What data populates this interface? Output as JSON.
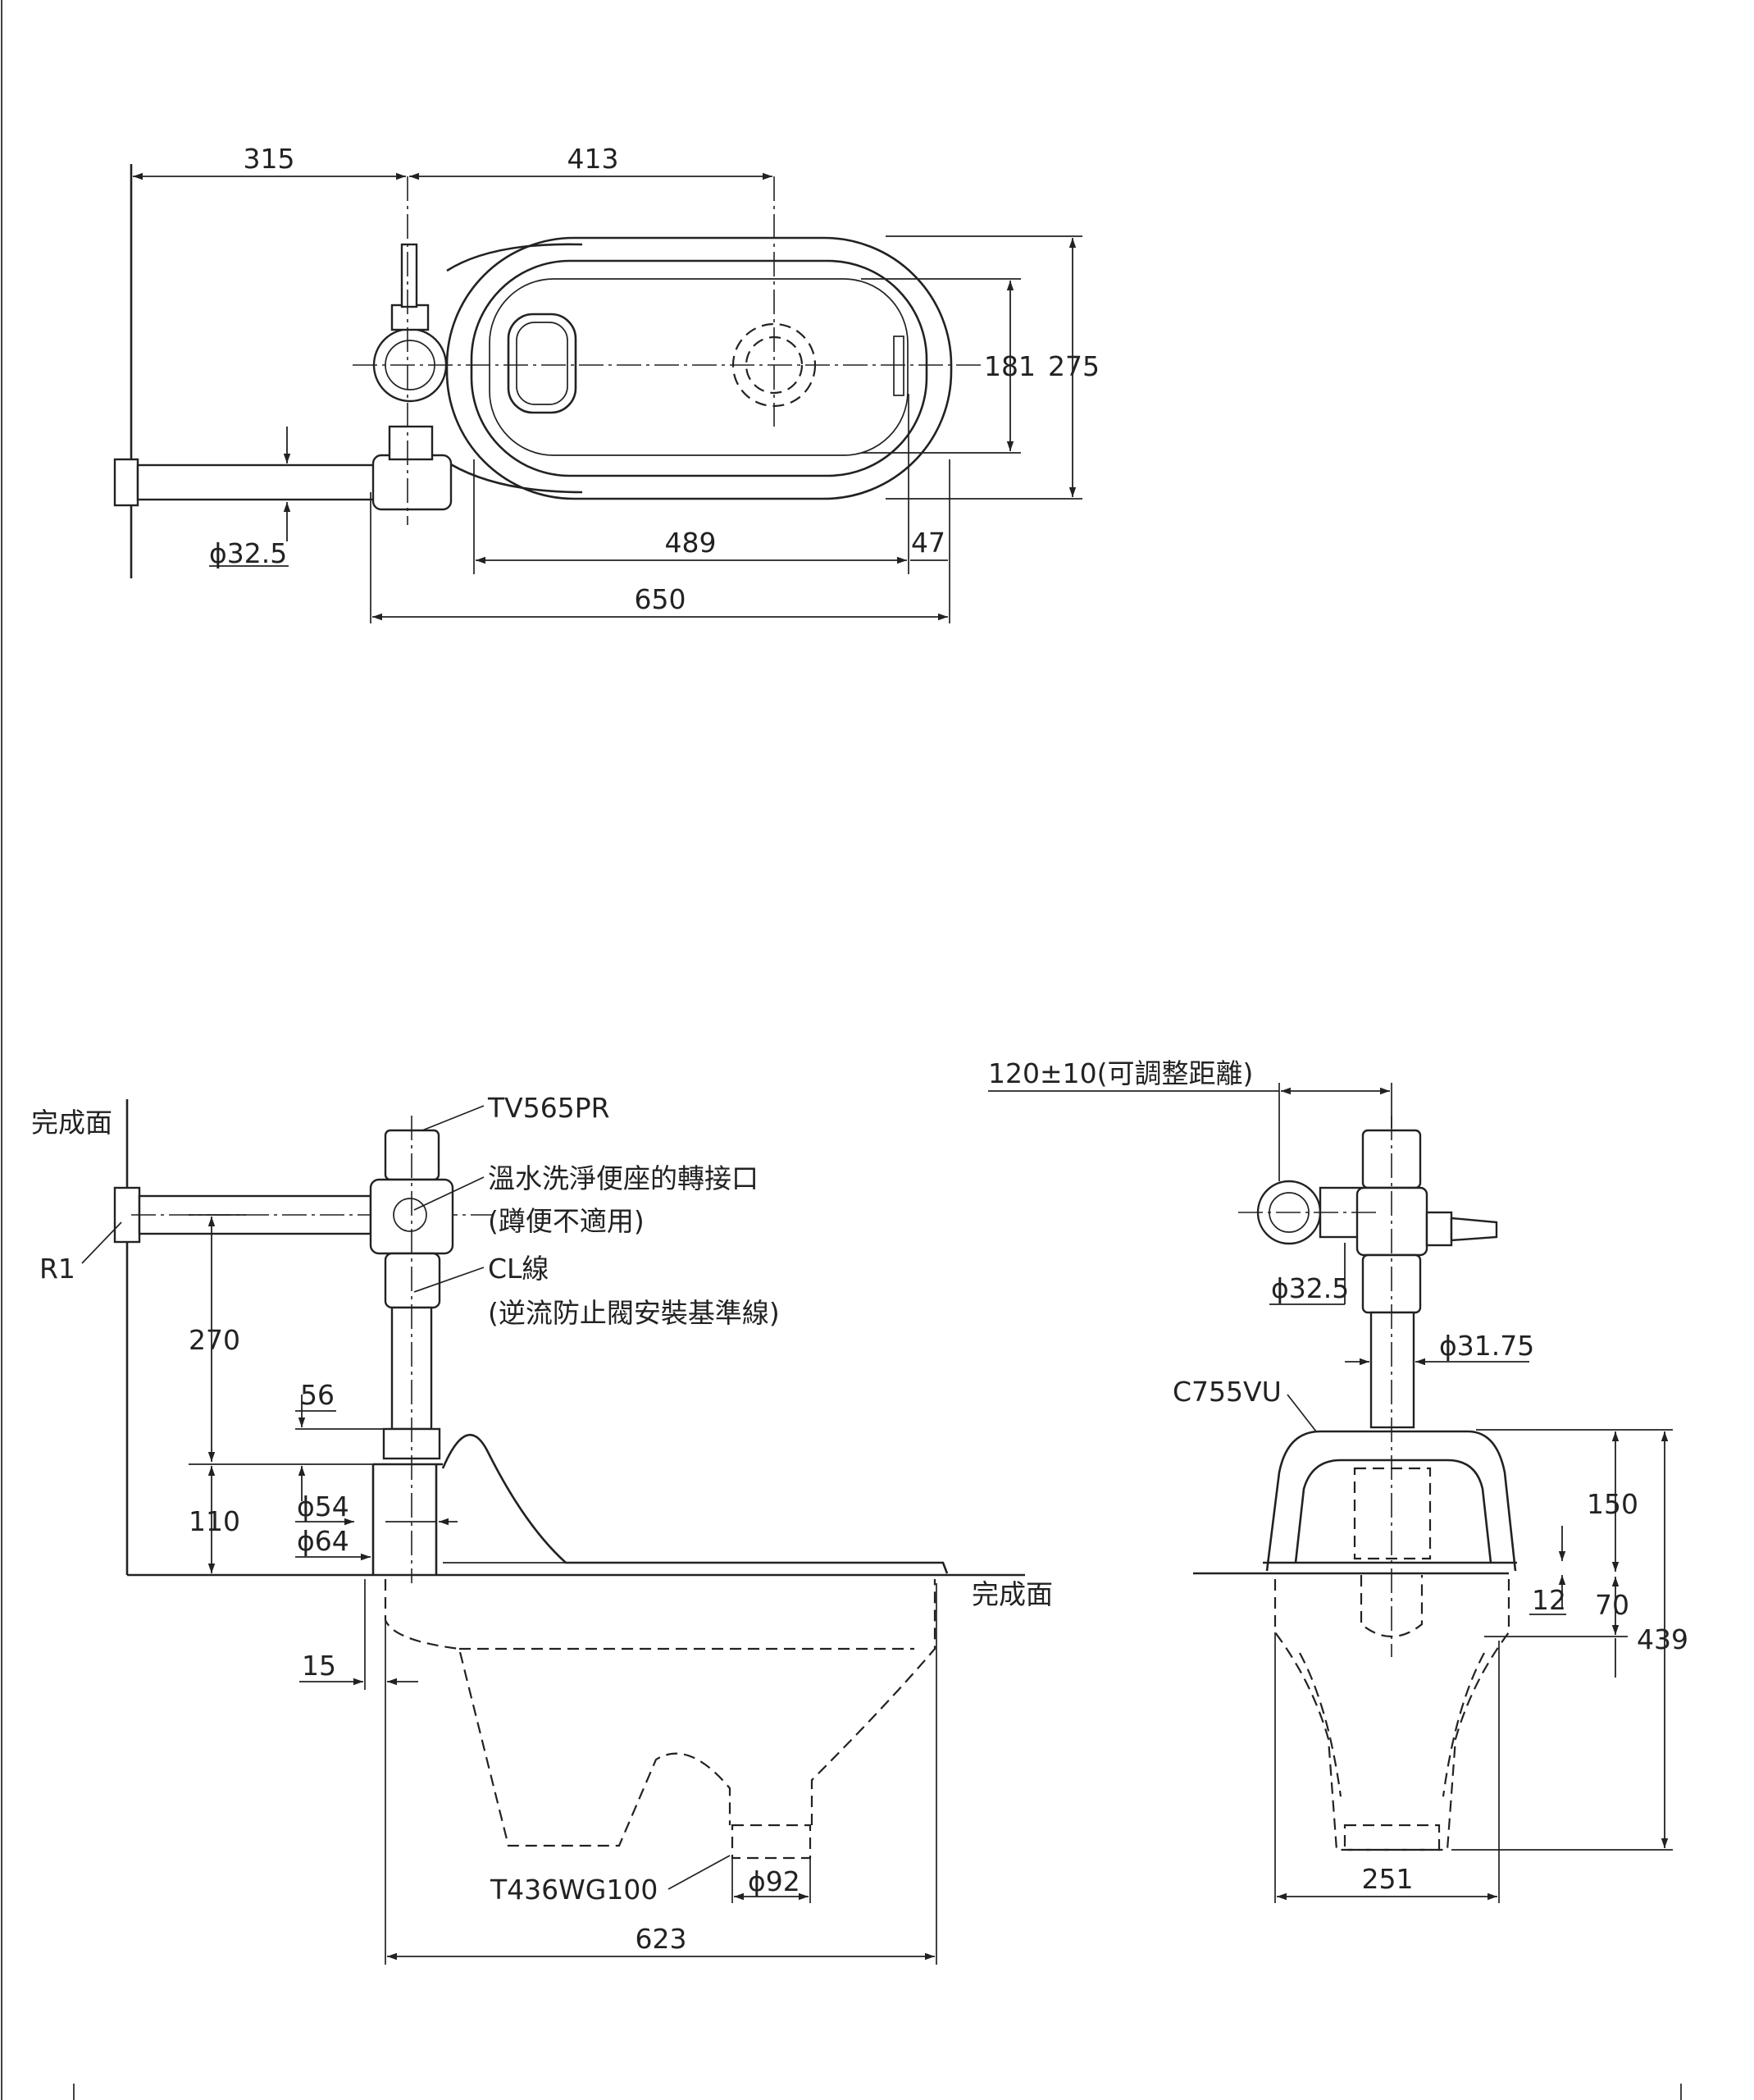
{
  "top_view": {
    "dimensions": {
      "d315": "315",
      "d413": "413",
      "d181": "181",
      "d275": "275",
      "d489": "489",
      "d47": "47",
      "d650": "650",
      "phi325": "ϕ32.5"
    }
  },
  "side_view": {
    "labels": {
      "finished_surface_wall": "完成面",
      "finished_surface_floor": "完成面",
      "r1": "R1",
      "valve_model": "TV565PR",
      "adapter_note_1": "溫水洗淨便座的轉接口",
      "adapter_note_2": "(蹲便不適用)",
      "cl_line": "CL線",
      "cl_note": "(逆流防止閥安裝基準線)",
      "bowl_model": "T436WG100"
    },
    "dimensions": {
      "d270": "270",
      "d56": "56",
      "d110": "110",
      "phi54": "ϕ54",
      "phi64": "ϕ64",
      "d15": "15",
      "phi92": "ϕ92",
      "d623": "623"
    }
  },
  "front_view": {
    "labels": {
      "adjust_note": "120±10(可調整距離)",
      "cover_model": "C755VU"
    },
    "dimensions": {
      "phi325": "ϕ32.5",
      "phi3175": "ϕ31.75",
      "d150": "150",
      "d12": "12",
      "d70": "70",
      "d439": "439",
      "d251": "251"
    }
  }
}
